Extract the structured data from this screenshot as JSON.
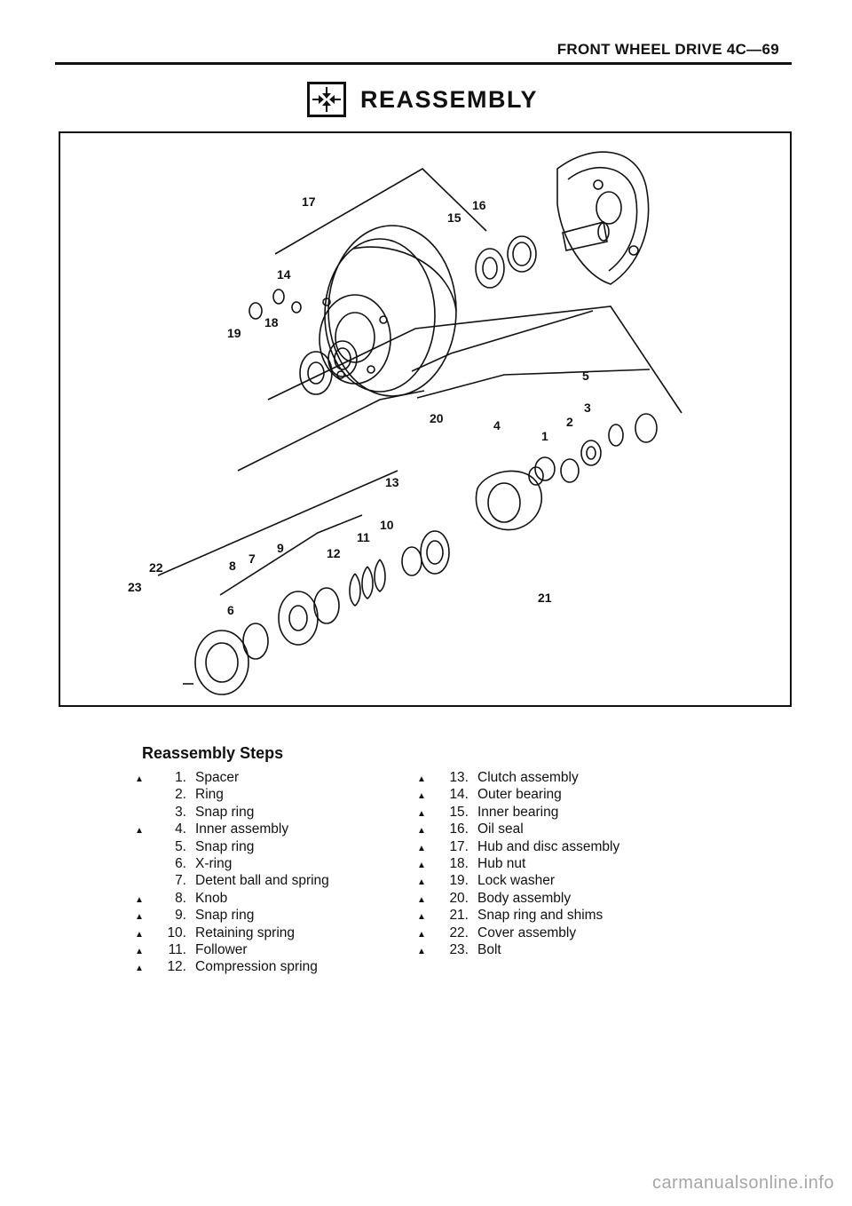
{
  "header": {
    "title": "FRONT WHEEL DRIVE 4C—69"
  },
  "section": {
    "title": "REASSEMBLY",
    "icon": "reassembly-arrows-icon"
  },
  "figure": {
    "callouts": [
      "1",
      "2",
      "3",
      "4",
      "5",
      "6",
      "7",
      "8",
      "9",
      "10",
      "11",
      "12",
      "13",
      "14",
      "15",
      "16",
      "17",
      "18",
      "19",
      "20",
      "21",
      "22",
      "23"
    ]
  },
  "steps": {
    "heading": "Reassembly Steps",
    "marker_symbol": "▲",
    "left": [
      {
        "marked": true,
        "num": "1.",
        "label": "Spacer"
      },
      {
        "marked": false,
        "num": "2.",
        "label": "Ring"
      },
      {
        "marked": false,
        "num": "3.",
        "label": "Snap ring"
      },
      {
        "marked": true,
        "num": "4.",
        "label": "Inner assembly"
      },
      {
        "marked": false,
        "num": "5.",
        "label": "Snap ring"
      },
      {
        "marked": false,
        "num": "6.",
        "label": "X-ring"
      },
      {
        "marked": false,
        "num": "7.",
        "label": "Detent ball and spring"
      },
      {
        "marked": true,
        "num": "8.",
        "label": "Knob"
      },
      {
        "marked": true,
        "num": "9.",
        "label": "Snap ring"
      },
      {
        "marked": true,
        "num": "10.",
        "label": "Retaining spring"
      },
      {
        "marked": true,
        "num": "11.",
        "label": "Follower"
      },
      {
        "marked": true,
        "num": "12.",
        "label": "Compression spring"
      }
    ],
    "right": [
      {
        "marked": true,
        "num": "13.",
        "label": "Clutch assembly"
      },
      {
        "marked": true,
        "num": "14.",
        "label": "Outer bearing"
      },
      {
        "marked": true,
        "num": "15.",
        "label": "Inner bearing"
      },
      {
        "marked": true,
        "num": "16.",
        "label": "Oil seal"
      },
      {
        "marked": true,
        "num": "17.",
        "label": "Hub and disc assembly"
      },
      {
        "marked": true,
        "num": "18.",
        "label": "Hub nut"
      },
      {
        "marked": true,
        "num": "19.",
        "label": "Lock washer"
      },
      {
        "marked": true,
        "num": "20.",
        "label": "Body assembly"
      },
      {
        "marked": true,
        "num": "21.",
        "label": "Snap ring and shims"
      },
      {
        "marked": true,
        "num": "22.",
        "label": "Cover assembly"
      },
      {
        "marked": true,
        "num": "23.",
        "label": "Bolt"
      }
    ]
  },
  "watermark": {
    "text": "carmanualsonline.info"
  }
}
